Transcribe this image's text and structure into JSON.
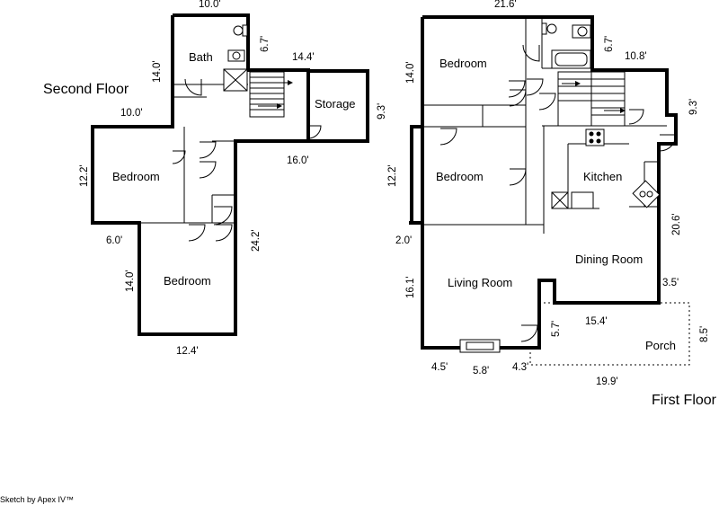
{
  "floors": {
    "second_label": "Second Floor",
    "first_label": "First Floor"
  },
  "rooms": {
    "second_bath": "Bath",
    "second_storage": "Storage",
    "second_bedroom_mid": "Bedroom",
    "second_bedroom_low": "Bedroom",
    "first_bedroom_top": "Bedroom",
    "first_bedroom_mid": "Bedroom",
    "first_kitchen": "Kitchen",
    "first_dining": "Dining Room",
    "first_living": "Living Room",
    "first_porch": "Porch"
  },
  "dims": {
    "s_top": "10.0'",
    "s_bath_side": "6.7'",
    "s_bath_left": "14.0'",
    "s_stairs_top": "14.4'",
    "s_storage_right": "9.3'",
    "s_ten": "10.0'",
    "s_bottom_storage": "16.0'",
    "s_left_mid": "12.2'",
    "s_six": "6.0'",
    "s_right_long": "24.2'",
    "s_left_low": "14.0'",
    "s_bottom": "12.4'",
    "f_top": "21.6'",
    "f_bath_side": "6.7'",
    "f_ten_eight": "10.8'",
    "f_right_top": "9.3'",
    "f_left_top": "14.0'",
    "f_left_mid": "12.2'",
    "f_right_mid": "20.6'",
    "f_two": "2.0'",
    "f_left_low": "16.1'",
    "f_three_five": "3.5'",
    "f_five_seven": "5.7'",
    "f_fifteen_four": "15.4'",
    "f_eight_five": "8.5'",
    "f_bot_a": "4.5'",
    "f_bot_b": "5.8'",
    "f_bot_c": "4.3'",
    "f_porch": "19.9'"
  },
  "footer": "Sketch by Apex IV™"
}
